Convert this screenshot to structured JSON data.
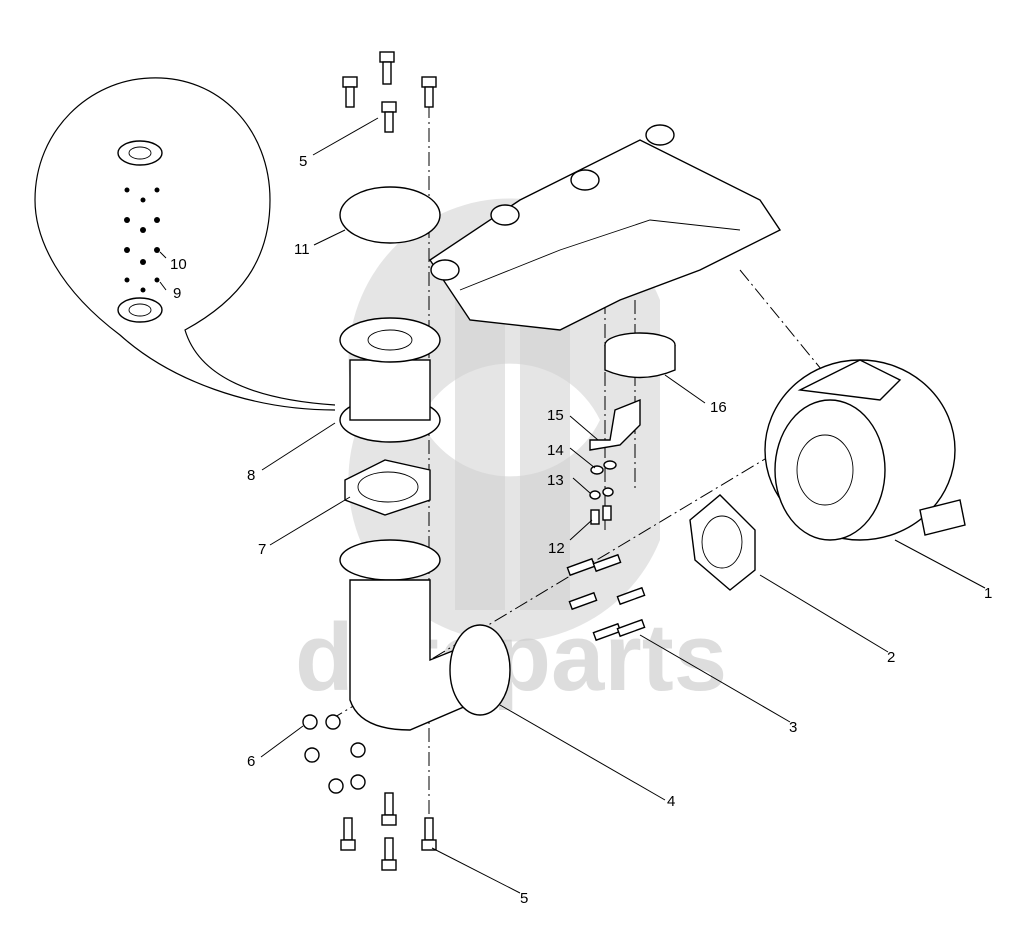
{
  "watermark": {
    "text": "dataparts",
    "color": "#c8c8c8"
  },
  "callouts": {
    "c1": "1",
    "c2": "2",
    "c3": "3",
    "c4": "4",
    "c5a": "5",
    "c5b": "5",
    "c6": "6",
    "c7": "7",
    "c8": "8",
    "c9": "9",
    "c10": "10",
    "c11": "11",
    "c12": "12",
    "c13": "13",
    "c14": "14",
    "c15": "15",
    "c16": "16"
  }
}
